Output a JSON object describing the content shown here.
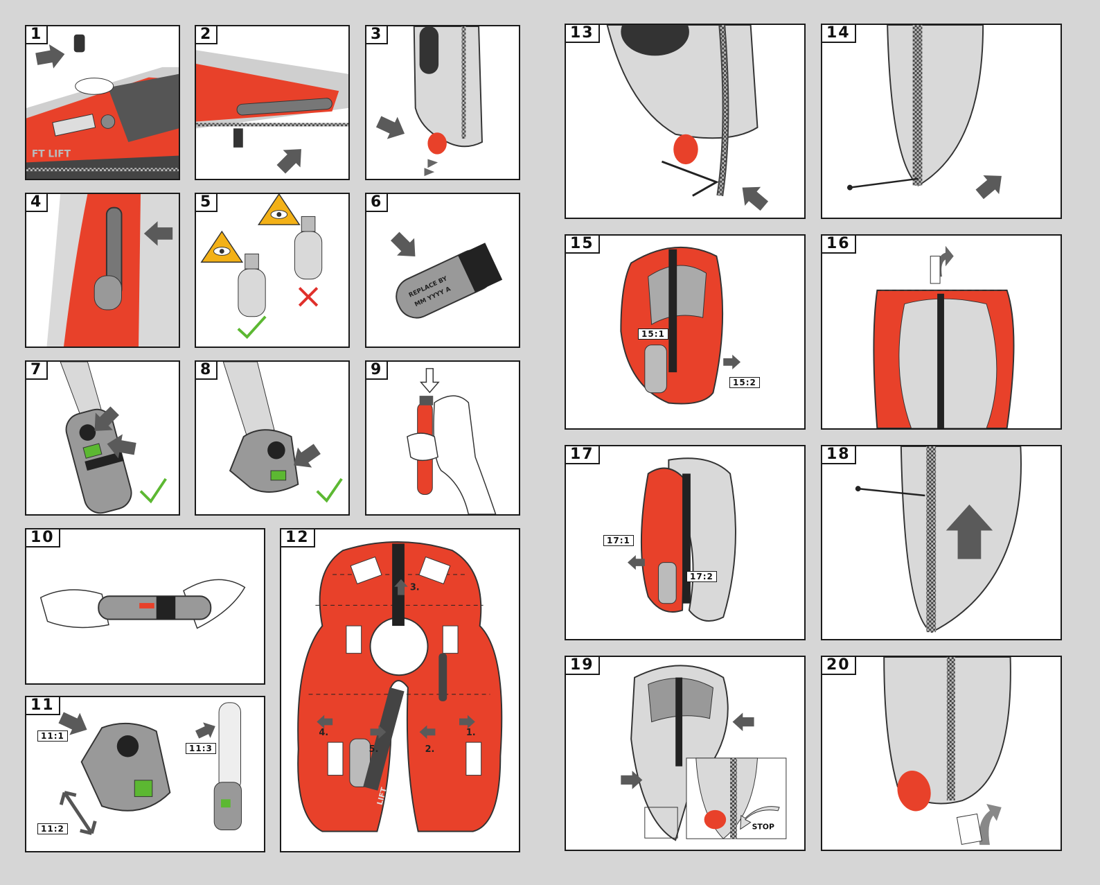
{
  "colors": {
    "orange": "#e8412a",
    "light_gray": "#d9d9d9",
    "mid_gray": "#9b9b9b",
    "dark_gray": "#555555",
    "green": "#5cb832",
    "warn_yellow": "#f3b117",
    "red_x": "#e0302b",
    "background": "#d6d6d6"
  },
  "steps": {
    "s1": "1",
    "s2": "2",
    "s3": "3",
    "s4": "4",
    "s5": "5",
    "s6": "6",
    "s7": "7",
    "s8": "8",
    "s9": "9",
    "s10": "10",
    "s11": "11",
    "s12": "12",
    "s13": "13",
    "s14": "14",
    "s15": "15",
    "s16": "16",
    "s17": "17",
    "s18": "18",
    "s19": "19",
    "s20": "20"
  },
  "labels": {
    "lift_text": "FT LIFT",
    "replace_by": "REPLACE BY",
    "mm_yyyy": "MM YYYY A",
    "l11_1": "11:1",
    "l11_2": "11:2",
    "l11_3": "11:3",
    "l12_1": "1.",
    "l12_2": "2.",
    "l12_3": "3.",
    "l12_4": "4.",
    "l12_5": "5.",
    "lift_small": "LIFT",
    "l15_1": "15:1",
    "l15_2": "15:2",
    "l17_1": "17:1",
    "l17_2": "17:2",
    "stop": "STOP"
  },
  "icons": [
    "arrow-icon",
    "warning-eye-icon",
    "check-icon",
    "cross-icon",
    "gas-cylinder-icon",
    "zipper-icon",
    "hand-icon",
    "inflator-icon"
  ]
}
